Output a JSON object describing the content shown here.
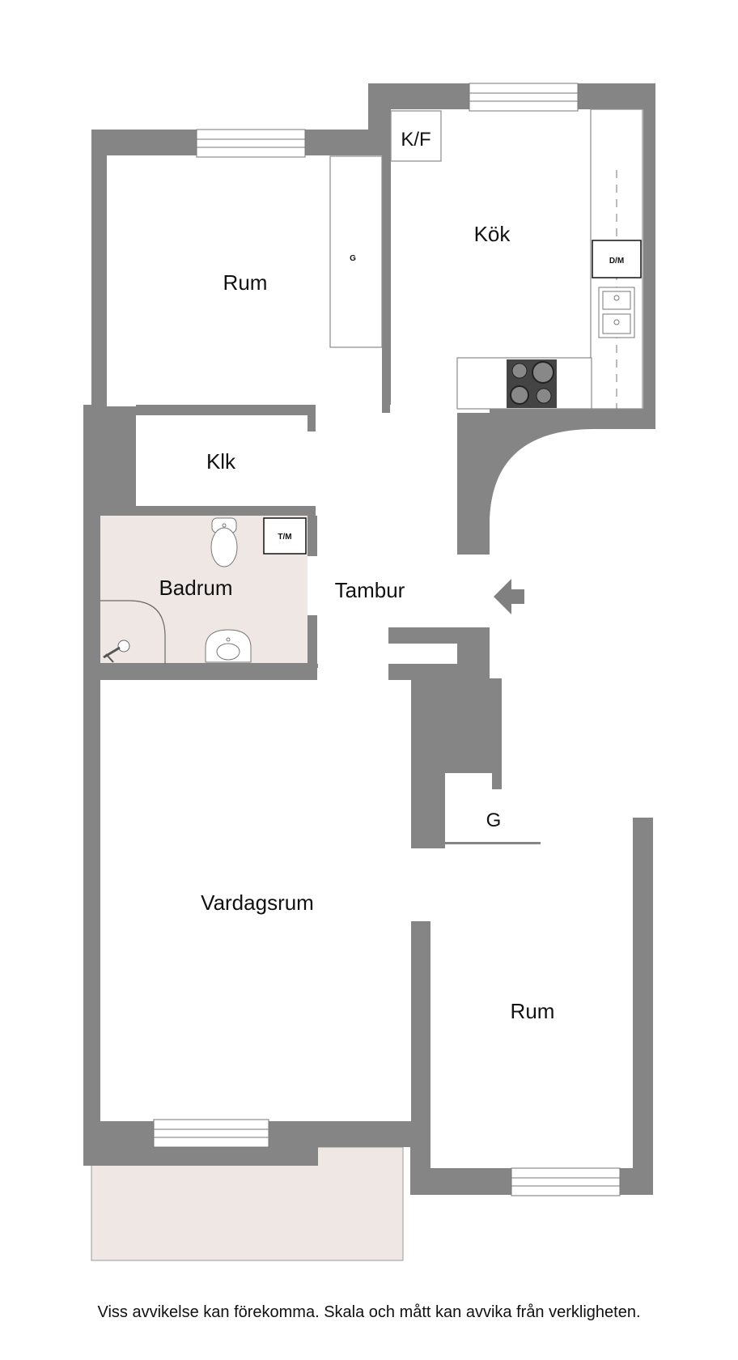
{
  "rooms": {
    "rum_top": "Rum",
    "kok": "Kök",
    "klk": "Klk",
    "badrum": "Badrum",
    "tambur": "Tambur",
    "vardagsrum": "Vardagsrum",
    "rum_bottom": "Rum"
  },
  "fixtures": {
    "kf": "K/F",
    "g_top": "G",
    "dm": "D/M",
    "tm": "T/M",
    "g_bottom": "G"
  },
  "footer": {
    "disclaimer": "Viss avvikelse kan förekomma. Skala och mått kan avvika från verkligheten."
  },
  "colors": {
    "wall": "#858585",
    "tile": "#eee7e4",
    "balcony": "#eee7e4",
    "background": "#ffffff"
  },
  "icons": [
    "entrance-arrow-icon",
    "toilet-icon",
    "sink-icon",
    "shower-icon",
    "stove-icon",
    "kitchen-sink-icon",
    "window-icon"
  ]
}
